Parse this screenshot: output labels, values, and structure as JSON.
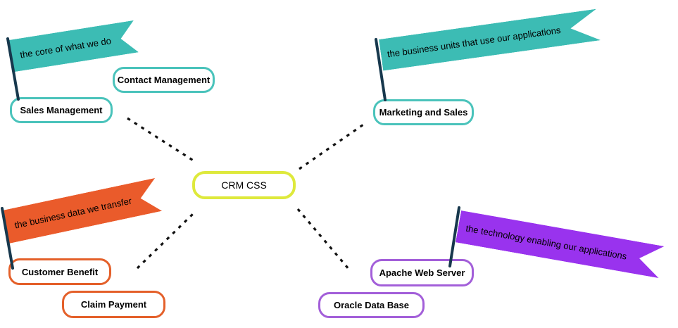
{
  "colors": {
    "teal_flag": "#3CBCB4",
    "teal_node_border": "#4AC3BB",
    "orange_flag": "#EA5B2B",
    "orange_node_border": "#E4602A",
    "purple_flag": "#9933EE",
    "purple_node_border": "#A35FD9",
    "center_border": "#DEE93C",
    "pole": "#17384D",
    "connector": "#111111",
    "background": "#FFFFFF",
    "text": "#000000"
  },
  "center_node": {
    "label": "CRM CSS",
    "border_color": "#DEE93C"
  },
  "branches": [
    {
      "id": "core",
      "flag_label": "the core of what we do",
      "flag_color": "#3CBCB4",
      "node_border_color": "#4AC3BB",
      "nodes": [
        "Sales Management",
        "Contact Management"
      ]
    },
    {
      "id": "business-units",
      "flag_label": "the business units that use our applications",
      "flag_color": "#3CBCB4",
      "node_border_color": "#4AC3BB",
      "nodes": [
        "Marketing and Sales"
      ]
    },
    {
      "id": "business-data",
      "flag_label": "the business data we transfer",
      "flag_color": "#EA5B2B",
      "node_border_color": "#E4602A",
      "nodes": [
        "Customer Benefit",
        "Claim Payment"
      ]
    },
    {
      "id": "technology",
      "flag_label": "the technology enabling our applications",
      "flag_color": "#9933EE",
      "node_border_color": "#A35FD9",
      "nodes": [
        "Apache Web Server",
        "Oracle Data Base"
      ]
    }
  ]
}
